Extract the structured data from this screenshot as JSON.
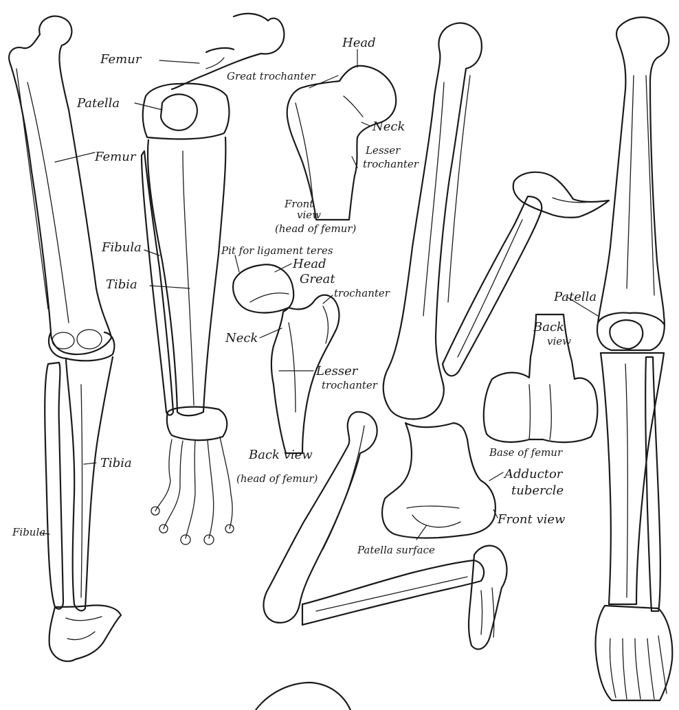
{
  "labels": {
    "femur_top": "Femur",
    "patella_top": "Patella",
    "femur_left": "Femur",
    "fibula_mid": "Fibula",
    "tibia_mid": "Tibia",
    "tibia_left": "Tibia",
    "fibula_left": "Fibula",
    "head_front": "Head",
    "great_trochanter_front": "Great trochanter",
    "neck_front": "Neck",
    "lesser_trochanter_front_1": "Lesser",
    "lesser_trochanter_front_2": "trochanter",
    "front_view_1": "Front",
    "front_view_2": "view",
    "head_of_femur_front": "(head of femur)",
    "pit_for_ligament": "Pit for ligament teres",
    "head_back": "Head",
    "great_trochanter_back_1": "Great",
    "great_trochanter_back_2": "trochanter",
    "neck_back": "Neck",
    "lesser_trochanter_back_1": "Lesser",
    "lesser_trochanter_back_2": "trochanter",
    "back_view_head": "Back view",
    "head_of_femur_back": "(head of femur)",
    "back_view_1": "Back",
    "back_view_2": "view",
    "base_of_femur": "Base of femur",
    "adductor_1": "Adductor",
    "adductor_2": "tubercle",
    "front_view_base": "Front view",
    "patella_surface": "Patella surface",
    "patella_right": "Patella"
  }
}
